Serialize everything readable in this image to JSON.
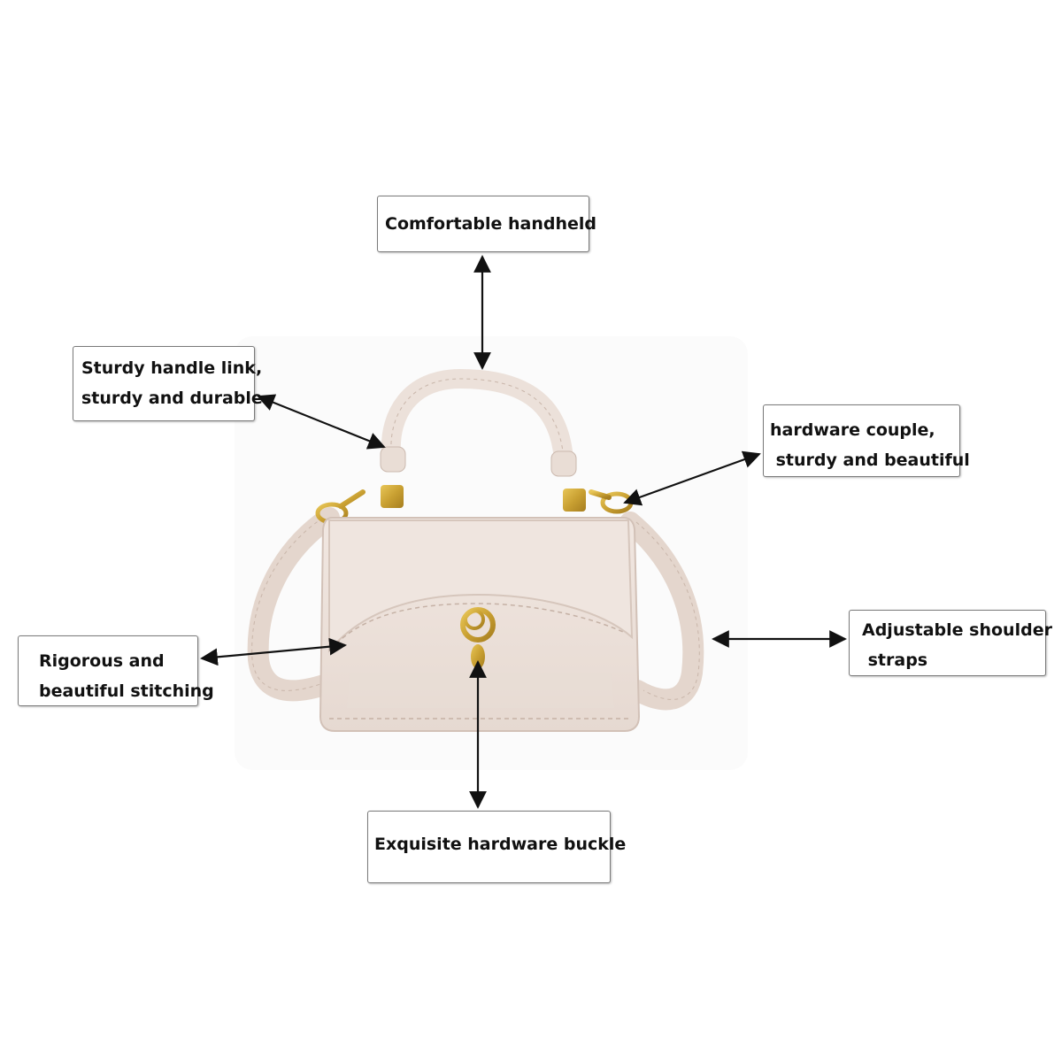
{
  "callouts": {
    "handheld": {
      "lines": [
        "Comfortable handheld"
      ]
    },
    "handle_link": {
      "lines": [
        "Sturdy handle link,",
        "sturdy and durable"
      ]
    },
    "hardware_couple": {
      "lines": [
        "hardware couple,",
        " sturdy and beautiful"
      ]
    },
    "stitching": {
      "lines": [
        "Rigorous and",
        "beautiful stitching"
      ]
    },
    "shoulder_straps": {
      "lines": [
        "Adjustable shoulder",
        " straps"
      ]
    },
    "buckle": {
      "lines": [
        "Exquisite hardware buckle"
      ]
    }
  },
  "colors": {
    "bag_leather": "#ece1da",
    "bag_shadow": "#d8c8bf",
    "hardware_gold": "#c9a032",
    "arrow": "#111111",
    "box_border": "#7a7a7a"
  },
  "icons": {
    "product": "handbag-illustration",
    "pointer": "double-headed-arrow"
  }
}
